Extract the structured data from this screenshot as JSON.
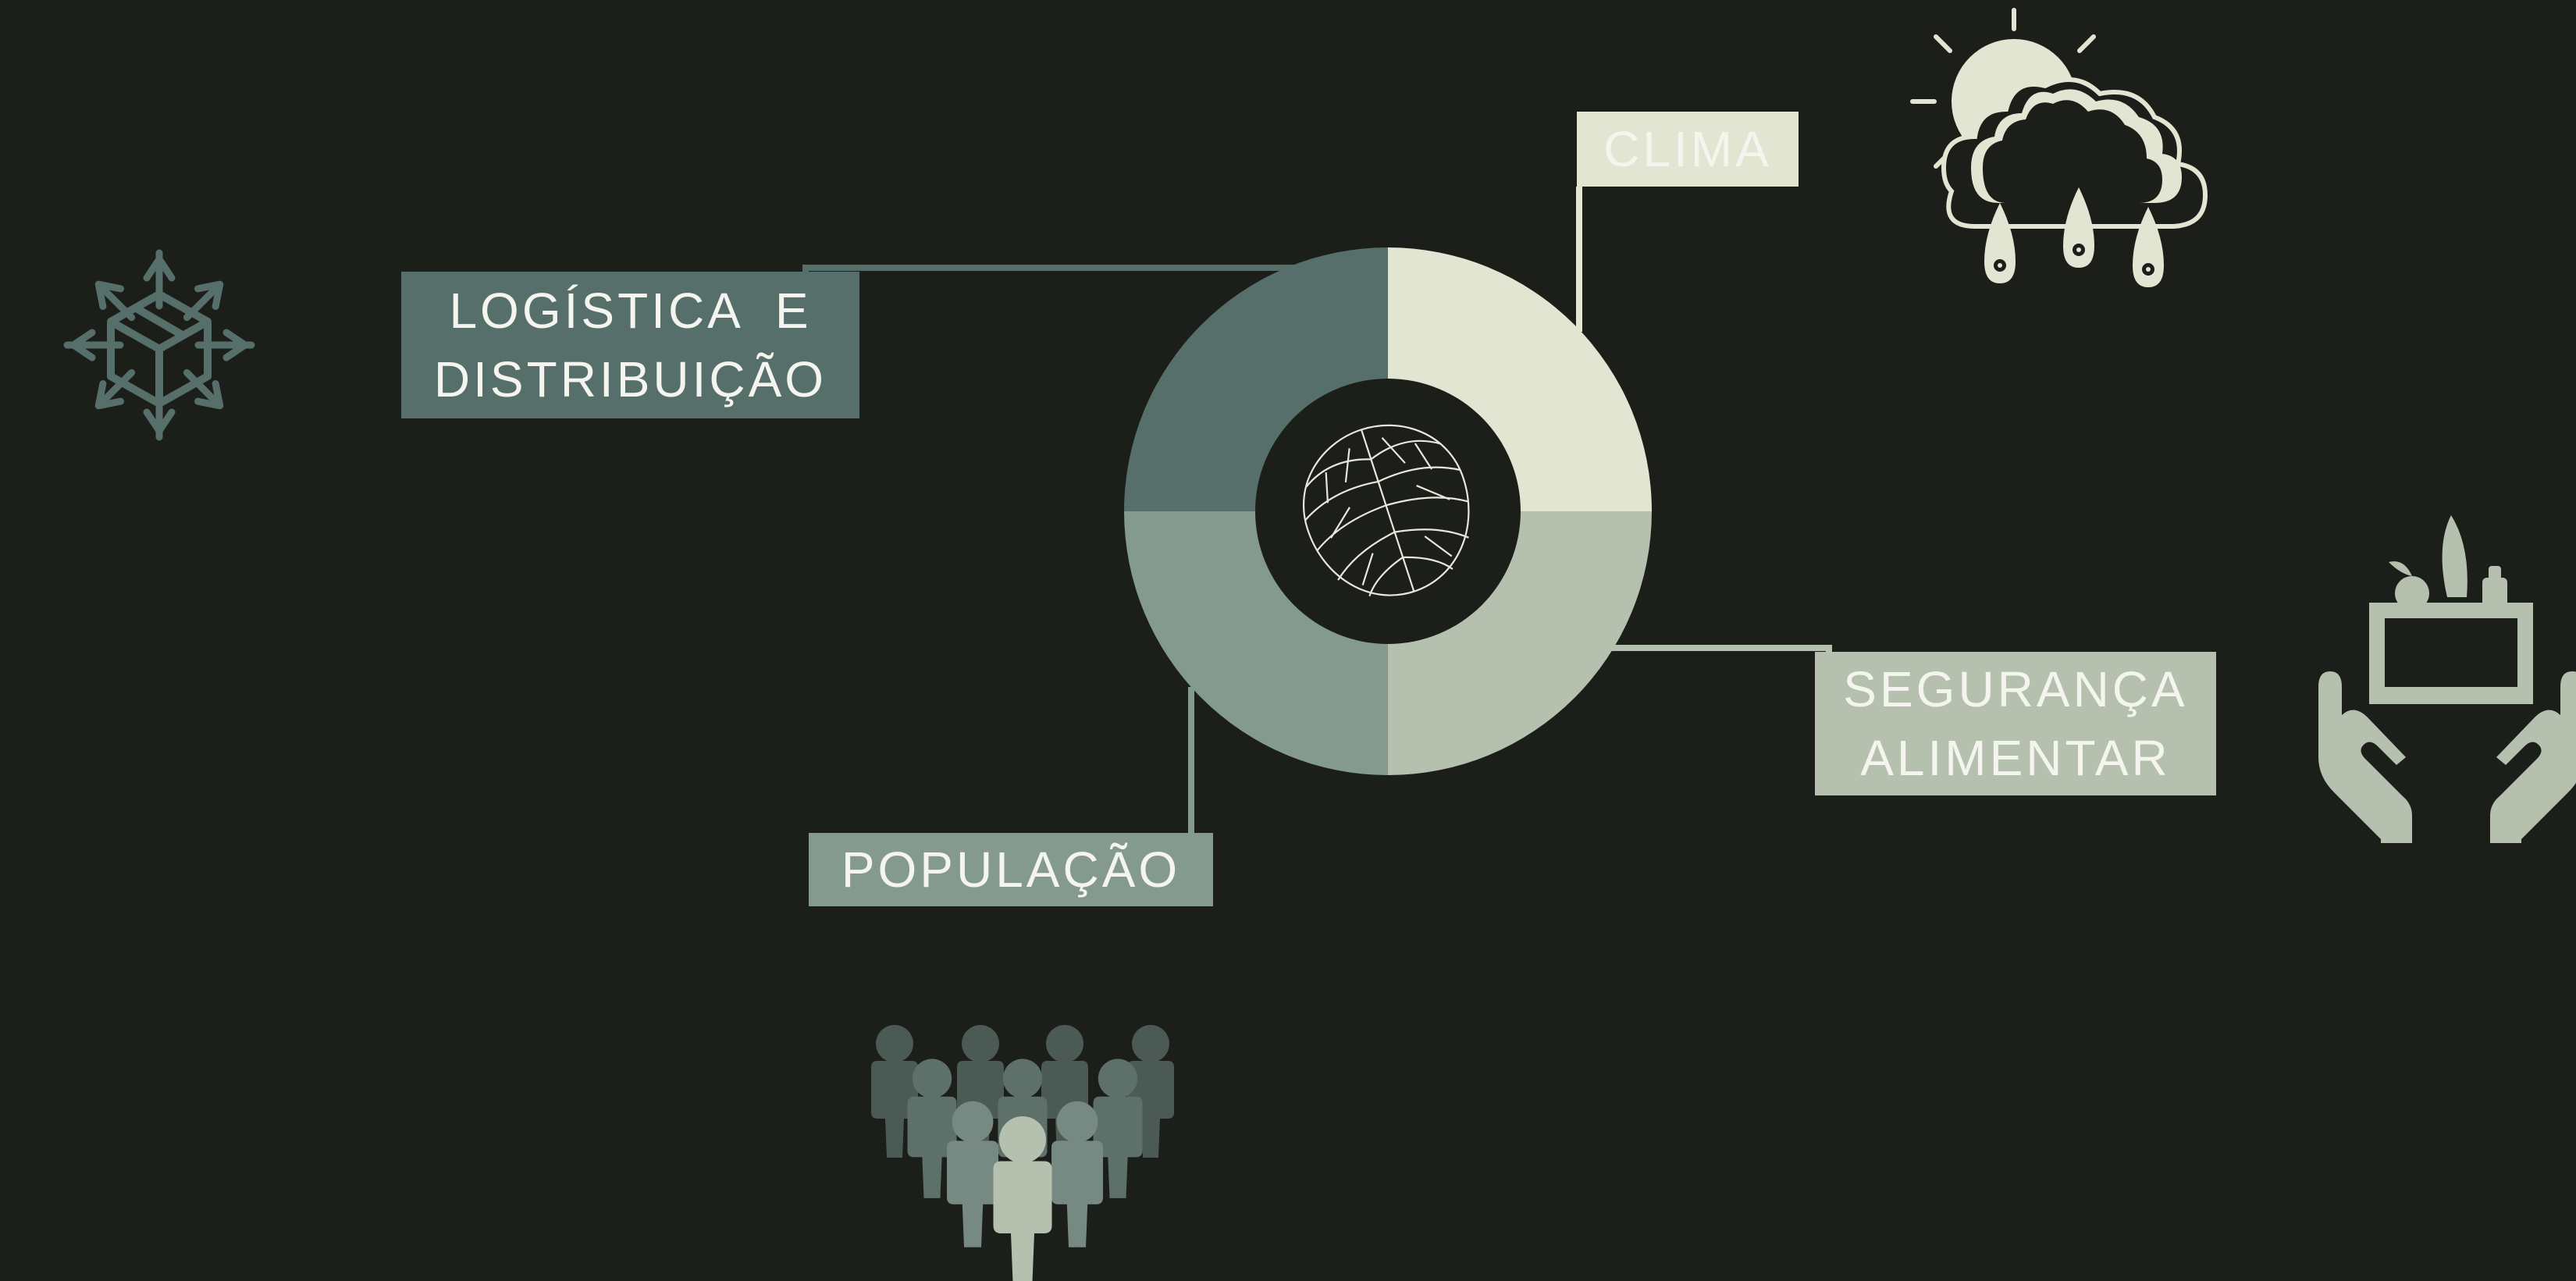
{
  "colors": {
    "background": "#1c1e1a",
    "cream": "#e2e5d2",
    "sage_light": "#b5c0ae",
    "sage_mid": "#849a8f",
    "teal_dark": "#566f6b",
    "label_text": "#f4f5ee"
  },
  "diagram": {
    "center_icon": "monstera-leaf-icon",
    "segments": [
      {
        "id": "clima",
        "label_lines": [
          "CLIMA"
        ],
        "color": "#e2e5d2",
        "icon": "sun-cloud-rain-icon"
      },
      {
        "id": "seguranca-alimentar",
        "label_lines": [
          "SEGURANÇA",
          "ALIMENTAR"
        ],
        "color": "#b5c0ae",
        "icon": "hands-food-box-icon"
      },
      {
        "id": "populacao",
        "label_lines": [
          "POPULAÇÃO"
        ],
        "color": "#849a8f",
        "icon": "crowd-people-icon"
      },
      {
        "id": "logistica-distribuicao",
        "label_lines": [
          "LOGÍSTICA  E",
          "DISTRIBUIÇÃO"
        ],
        "color": "#566f6b",
        "icon": "package-distribution-icon"
      }
    ]
  }
}
